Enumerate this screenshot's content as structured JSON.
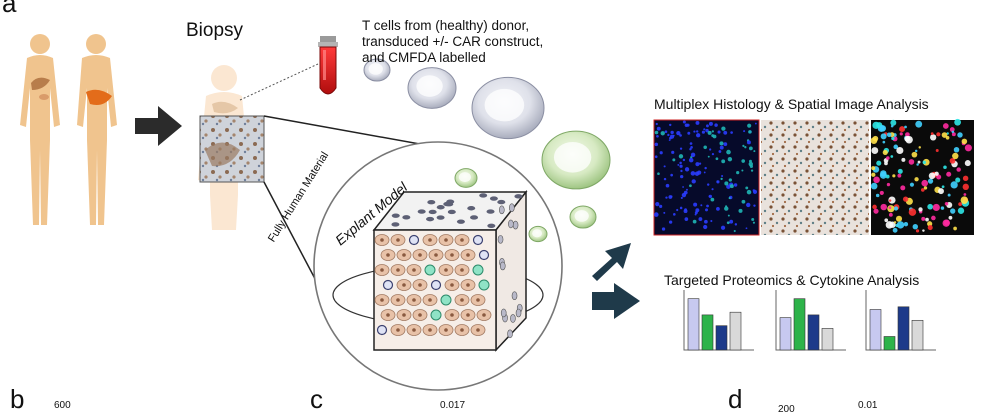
{
  "panel_letters": {
    "a": "a",
    "b": "b",
    "c": "c",
    "d": "d"
  },
  "biopsy_label": "Biopsy",
  "tcell_caption": {
    "line1": "T cells from (healthy) donor,",
    "line2": "transduced +/- CAR construct,",
    "line3": "and CMFDA labelled"
  },
  "fully_human_label": "Fully Human Material",
  "explant_label": "Explant Model",
  "histology_title": "Multiplex Histology & Spatial Image Analysis",
  "proteomics_title": "Targeted Proteomics & Cytokine Analysis",
  "bottom_fragments": {
    "b_tick": "600",
    "c_pvalue": "0.017",
    "d_tick": "200",
    "d_pvalue": "0.01"
  },
  "colors": {
    "skin": "#f0c48e",
    "skin_faded": "#fbe7d2",
    "arrow_dark": "#2b2b2b",
    "arrow_teal": "#1f3a4a",
    "blood": "#d01818",
    "tcell_grey": "#c9ccd8",
    "tcell_green": "#cfe6b4",
    "tissue_cell": "#e8c2a8",
    "bar_lavender": "#c7c9f0",
    "bar_green": "#2db34a",
    "bar_navy": "#1d3a8a",
    "bar_grey": "#d9d9d9"
  },
  "bar_charts": [
    {
      "values": [
        0.95,
        0.65,
        0.45,
        0.7
      ]
    },
    {
      "values": [
        0.6,
        0.95,
        0.65,
        0.4
      ]
    },
    {
      "values": [
        0.75,
        0.25,
        0.8,
        0.55
      ]
    }
  ]
}
